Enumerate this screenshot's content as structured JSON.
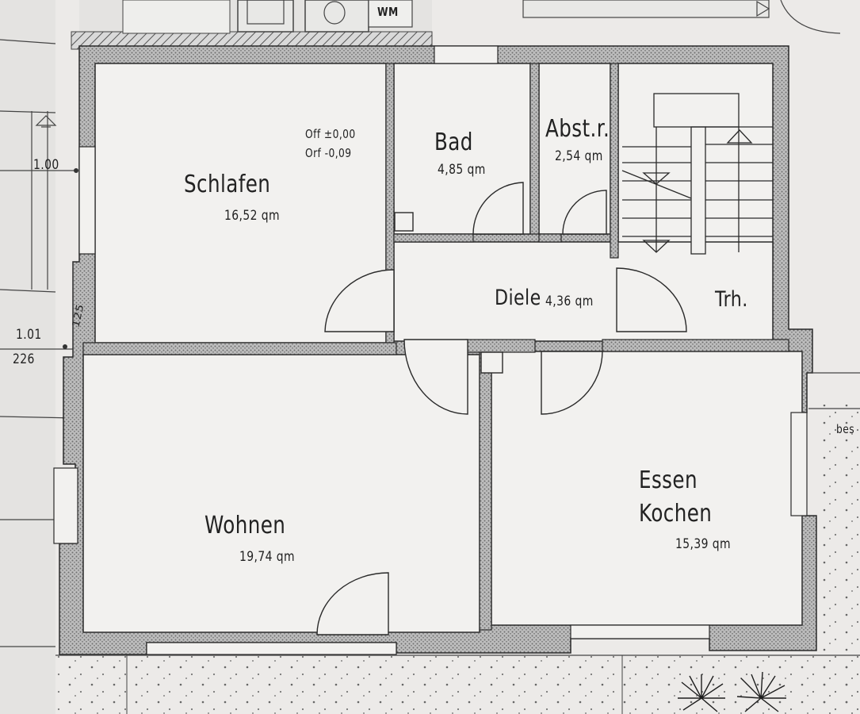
{
  "rooms": {
    "schlafen": {
      "name": "Schlafen",
      "area": "16,52 qm"
    },
    "bad": {
      "name": "Bad",
      "area": "4,85 qm"
    },
    "abstellraum": {
      "name": "Abst.r.",
      "area": "2,54 qm"
    },
    "diele": {
      "name": "Diele",
      "area": "4,36 qm"
    },
    "treppenhaus": {
      "name": "Trh."
    },
    "wohnen": {
      "name": "Wohnen",
      "area": "19,74 qm"
    },
    "essen_kochen": {
      "name_line1": "Essen",
      "name_line2": "Kochen",
      "area": "15,39 qm"
    }
  },
  "level_marks": {
    "off": "Off ±0,00",
    "orf": "Orf -0,09"
  },
  "upper": {
    "wm": "WM"
  },
  "dimensions": {
    "d1": "1.00",
    "d2": "1.01",
    "d3": "226",
    "d4": "125"
  },
  "edge_text": {
    "right": "bes"
  },
  "colors": {
    "paper": "#f2f1ef",
    "wall_hatch": "#8a8a8a",
    "line": "#2a2a2a"
  }
}
